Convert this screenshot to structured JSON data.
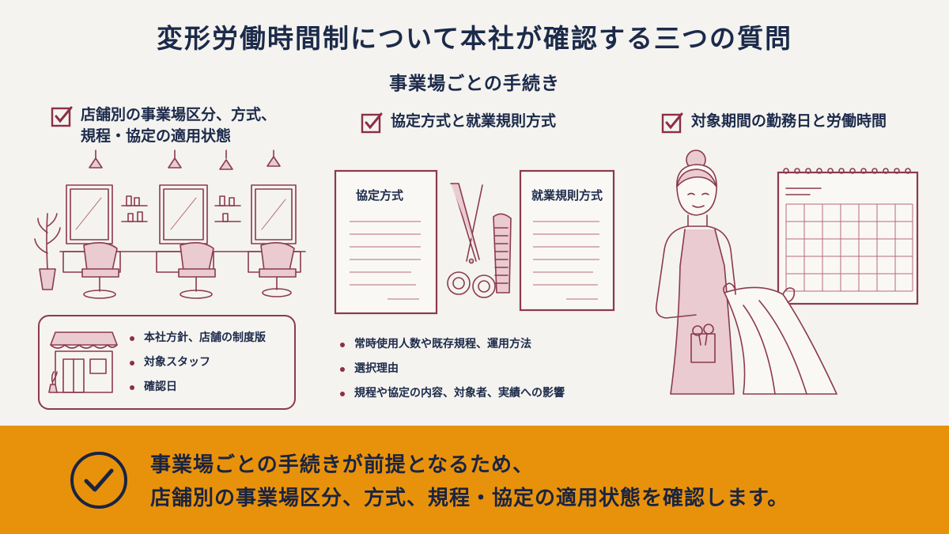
{
  "title": "変形労働時間制について本社が確認する三つの質問",
  "subtitle": "事業場ごとの手続き",
  "columns": [
    {
      "heading_line1": "店舗別の事業場区分、方式、",
      "heading_line2": "規程・協定の適用状態",
      "bullets": [
        "本社方針、店舗の制度版",
        "対象スタッフ",
        "確認日"
      ]
    },
    {
      "heading_line1": "協定方式と就業規則方式",
      "documents": [
        "協定方式",
        "就業規則方式"
      ],
      "bullets": [
        "常時使用人数や既存規程、運用方法",
        "選択理由",
        "規程や協定の内容、対象者、実績への影響"
      ]
    },
    {
      "heading_line1": "対象期間の勤務日と労働時間"
    }
  ],
  "banner": {
    "line1": "事業場ごとの手続きが前提となるため、",
    "line2": "店舗別の事業場区分、方式、規程・協定の適用状態を確認します。"
  },
  "colors": {
    "accent": "#8c3a4e",
    "navy": "#1c2a4a",
    "banner": "#e8920c",
    "background": "#f4f3ef"
  }
}
